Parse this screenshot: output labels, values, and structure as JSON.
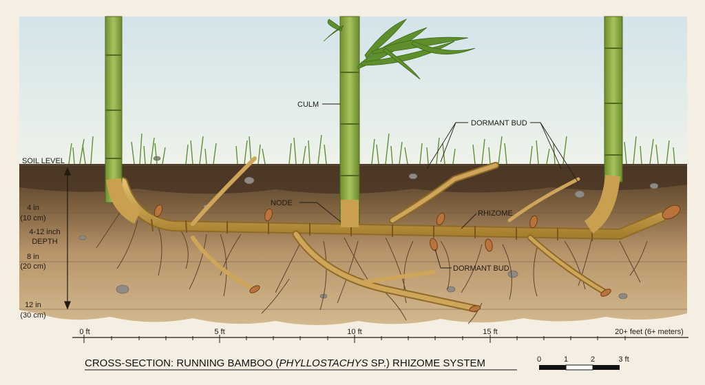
{
  "labels": {
    "culm": "CULM",
    "dormant_bud_top": "DORMANT BUD",
    "dormant_bud_bottom": "DORMANT BUD",
    "node": "NODE",
    "rhizome": "RHIZOME",
    "soil_level": "SOIL LEVEL"
  },
  "depth_markers": [
    {
      "main": "4 in",
      "sub": "(10 cm)"
    },
    {
      "main": "8 in",
      "sub": "(20 cm)"
    },
    {
      "main": "12 in",
      "sub": "(30 cm)"
    }
  ],
  "depth_range": {
    "line1": "4-12 inch",
    "line2": "DEPTH"
  },
  "distance_scale": [
    "0 ft",
    "5 ft",
    "10 ft",
    "15 ft",
    "20+ feet (6+ meters)"
  ],
  "title": {
    "prefix": "CROSS-SECTION: RUNNING BAMBOO (",
    "italic": "PHYLLOSTACHYS",
    "suffix": " SP.) RHIZOME SYSTEM"
  },
  "scale_bar": {
    "ticks": [
      "0",
      "1",
      "2",
      "3 ft"
    ]
  },
  "colors": {
    "sky": "#dde9ec",
    "topsoil": "#5a4530",
    "subsoil": "#c8a878",
    "rhizome": "#c9a050",
    "culm": "#8fae48",
    "grass": "#6a9a3a",
    "root": "#5b4030"
  }
}
